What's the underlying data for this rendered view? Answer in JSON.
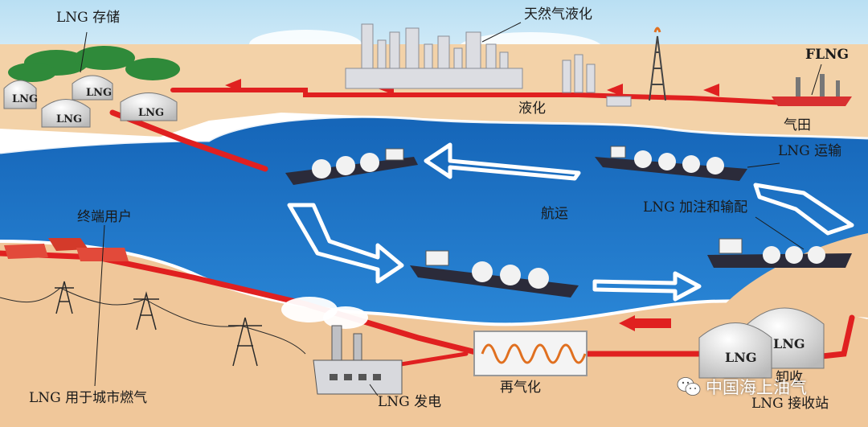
{
  "labels": {
    "lng_storage": "LNG 存储",
    "ng_liquefaction": "天然气液化",
    "liquefaction": "液化",
    "flng": "FLNG",
    "gas_field": "气田",
    "lng_transport": "LNG 运输",
    "shipping": "航运",
    "lng_bunkering": "LNG 加注和输配",
    "end_users": "终端用户",
    "city_gas": "LNG 用于城市燃气",
    "power_gen": "LNG 发电",
    "regasification": "再气化",
    "unloading": "卸收",
    "receiving_terminal": "LNG 接收站"
  },
  "tank_label": "LNG",
  "watermark": "中国海上油气",
  "colors": {
    "sea": "#1f74c4",
    "sea_light": "#3d8fd8",
    "sky": "#cfe8f6",
    "land": "#f0c79a",
    "pipeline": "#e02020",
    "tank": "#e6e6e6",
    "ship_hull": "#2b2b3a",
    "arrow_fill": "#ffffff"
  },
  "icons": [
    "lng-tank-icon",
    "lng-carrier-icon",
    "flare-tower-icon",
    "refinery-icon",
    "power-pylon-icon",
    "power-plant-icon",
    "regas-heater-icon",
    "wechat-icon"
  ]
}
